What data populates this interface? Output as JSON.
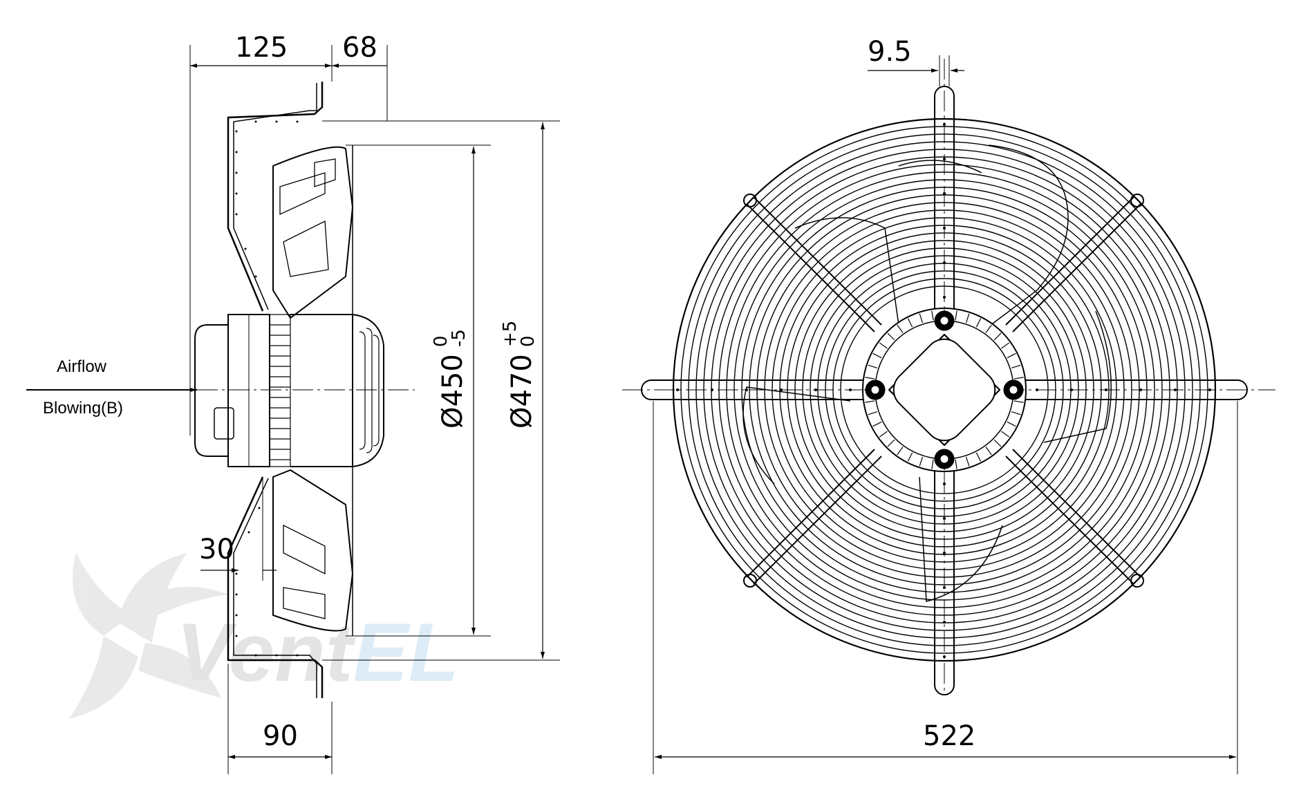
{
  "labels": {
    "airflow": "Airflow",
    "blowing": "Blowing(B)"
  },
  "dimensions": {
    "d125": "125",
    "d68": "68",
    "d30": "30",
    "d90": "90",
    "d95": "9.5",
    "d522": "522",
    "dia450": {
      "base": "Ø450",
      "upper": "0",
      "lower": "-5"
    },
    "dia470": {
      "base": "Ø470",
      "upper": "+5",
      "lower": "0"
    }
  },
  "watermark": {
    "text": "VentEL",
    "part1": "Vent",
    "part2": "EL",
    "color1": "#c8c8c8",
    "color2": "#bfd9ee"
  },
  "colors": {
    "line": "#000000",
    "watermark_gray": "#d0d0d0",
    "watermark_blue": "#c9e0f2"
  }
}
